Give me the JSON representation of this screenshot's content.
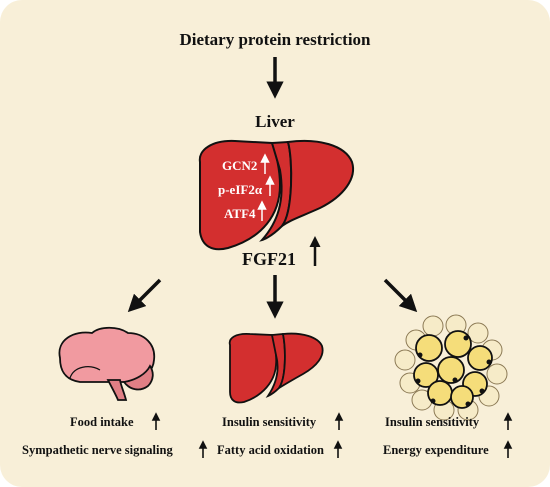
{
  "title": "Dietary protein restriction",
  "liver": {
    "label": "Liver",
    "markers": [
      "GCN2",
      "p-eIF2α",
      "ATF4"
    ]
  },
  "hormone": "FGF21",
  "targets": [
    {
      "icon": "brain-icon",
      "effects": [
        "Food intake",
        "Sympathetic nerve signaling"
      ]
    },
    {
      "icon": "liver-icon",
      "effects": [
        "Insulin sensitivity",
        "Fatty acid oxidation"
      ]
    },
    {
      "icon": "adipocytes-icon",
      "effects": [
        "Insulin sensitivity",
        "Energy expenditure"
      ]
    }
  ],
  "colors": {
    "background": "#f8efd8",
    "liver": "#d32f2f",
    "brain": "#f19aa0",
    "fat": "#f5dd7a"
  }
}
